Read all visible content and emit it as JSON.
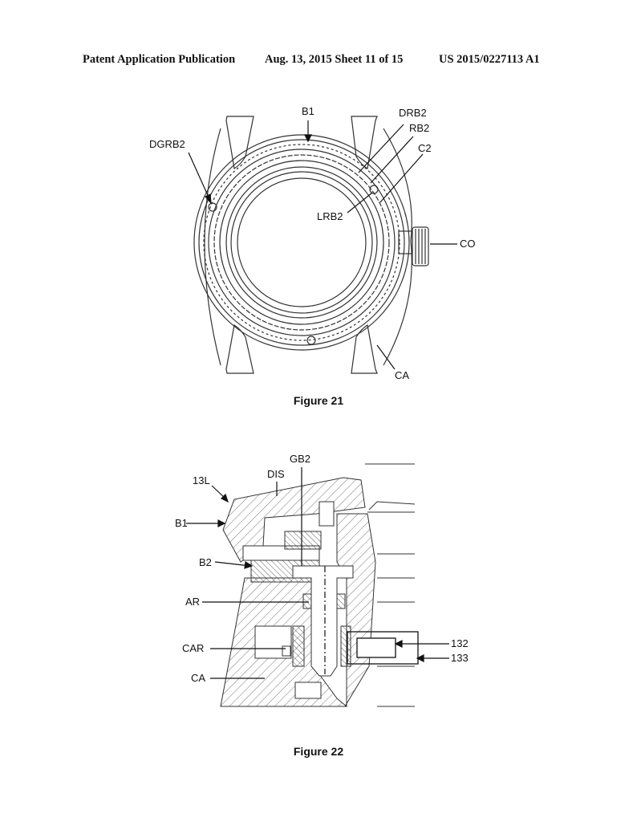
{
  "header": {
    "publication": "Patent Application Publication",
    "date_sheet": "Aug. 13, 2015  Sheet 11 of 15",
    "number": "US 2015/0227113 A1"
  },
  "figure21": {
    "caption": "Figure 21",
    "labels": {
      "b1": "B1",
      "drb2": "DRB2",
      "rb2": "RB2",
      "c2": "C2",
      "dgrb2": "DGRB2",
      "lrb2": "LRB2",
      "co": "CO",
      "ca": "CA"
    }
  },
  "figure22": {
    "caption": "Figure 22",
    "labels": {
      "l13": "13L",
      "dis": "DIS",
      "gb2": "GB2",
      "b1": "B1",
      "b2": "B2",
      "ar": "AR",
      "car": "CAR",
      "ca": "CA",
      "n132": "132",
      "n133": "133"
    }
  }
}
